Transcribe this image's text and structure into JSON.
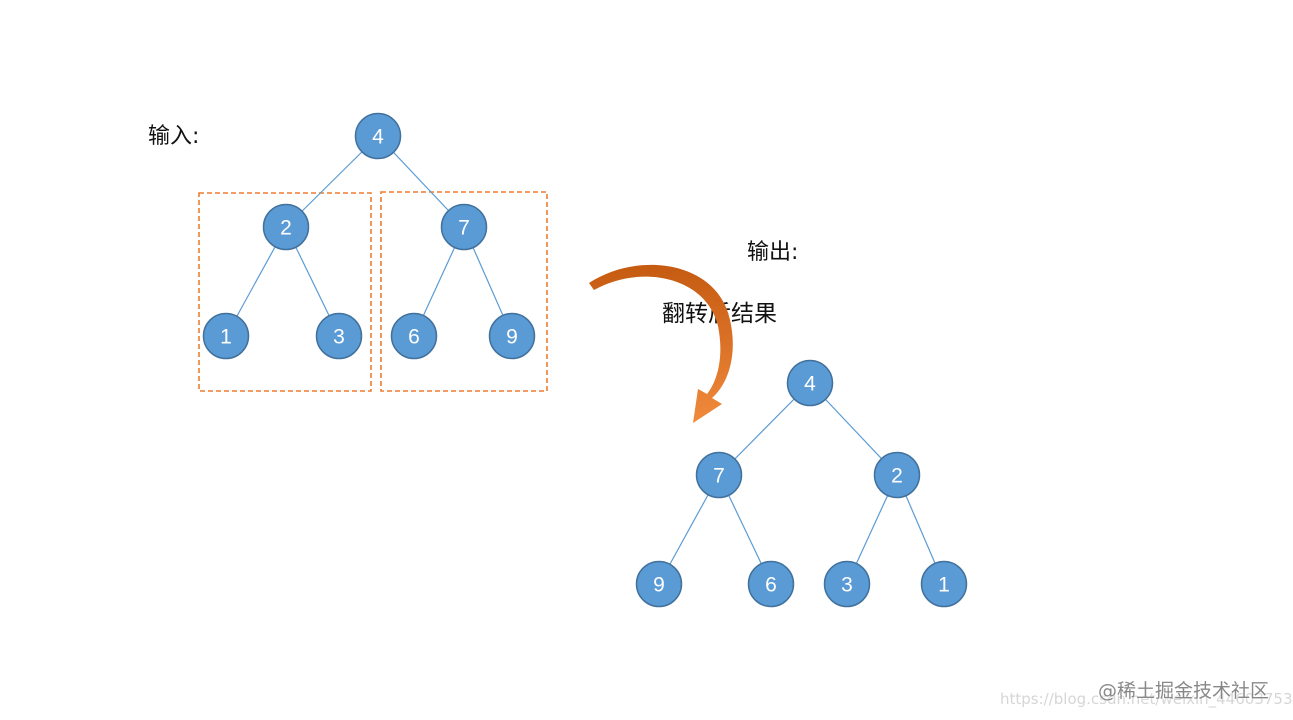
{
  "input_label": "输入:",
  "output_label": "输出:",
  "caption": "翻转后结果",
  "input_tree": {
    "root": "4",
    "level1": [
      "2",
      "7"
    ],
    "level2": [
      "1",
      "3",
      "6",
      "9"
    ]
  },
  "output_tree": {
    "root": "4",
    "level1": [
      "7",
      "2"
    ],
    "level2": [
      "9",
      "6",
      "3",
      "1"
    ]
  },
  "watermark": {
    "brand": "@稀土掘金技术社区",
    "url": "https://blog.csdn.net/weixin_44603753"
  },
  "colors": {
    "node_fill": "#5b9bd5",
    "node_stroke": "#41719c",
    "edge": "#5b9bd5",
    "dashed_box": "#ed7d31",
    "arrow": "#ed7d31"
  }
}
